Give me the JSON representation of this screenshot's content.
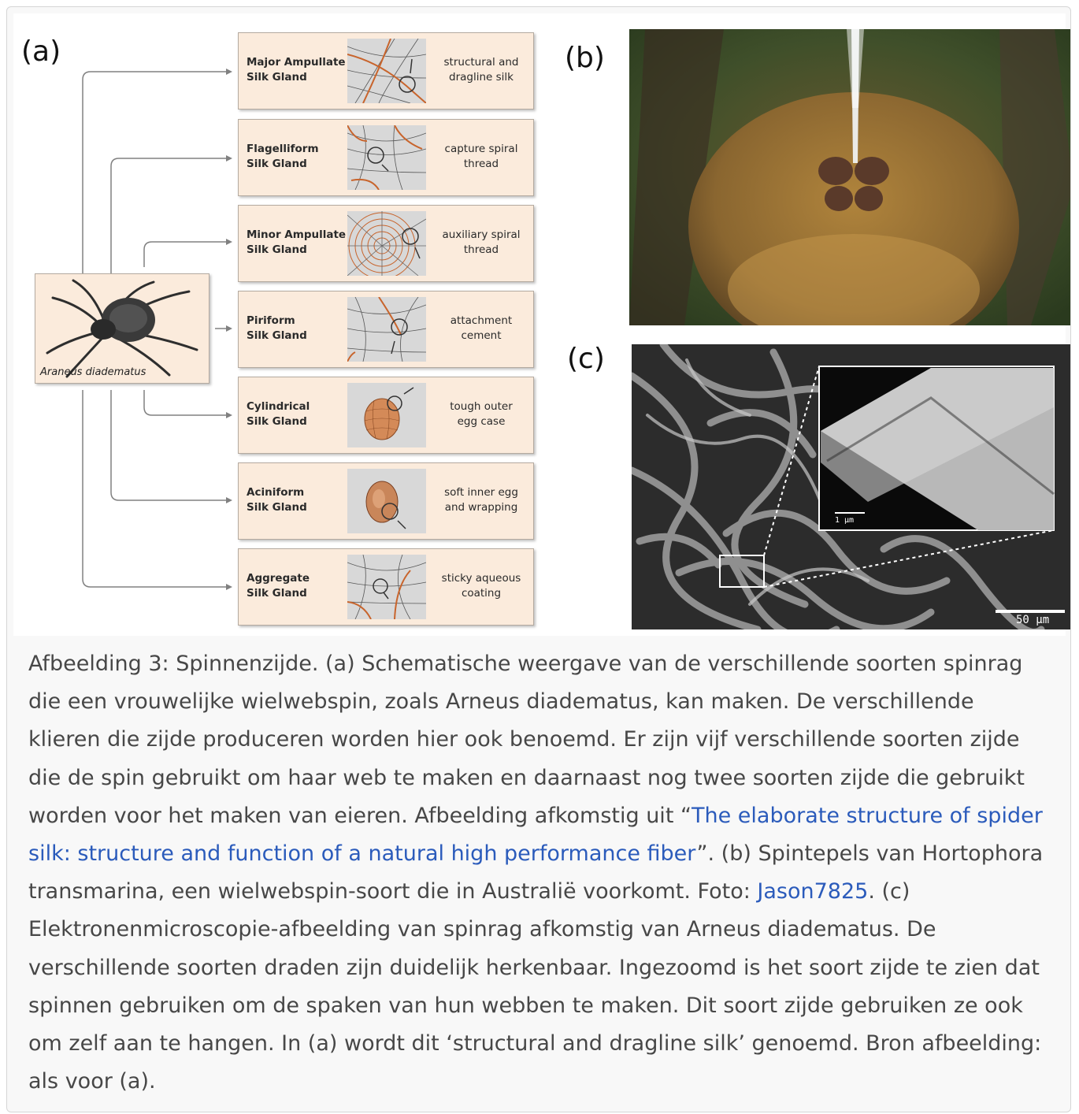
{
  "figure": {
    "panel_labels": {
      "a": "(a)",
      "b": "(b)",
      "c": "(c)"
    },
    "spider_species": "Araneus diadematus",
    "glands": [
      {
        "name_line1": "Major Ampullate",
        "name_line2": "Silk Gland",
        "function_line1": "structural and",
        "function_line2": "dragline silk",
        "thumbnail_icon": "web-spoke-icon"
      },
      {
        "name_line1": "Flagelliform",
        "name_line2": "Silk Gland",
        "function_line1": "capture spiral",
        "function_line2": "thread",
        "thumbnail_icon": "web-capture-spiral-icon"
      },
      {
        "name_line1": "Minor Ampullate",
        "name_line2": "Silk Gland",
        "function_line1": "auxiliary spiral",
        "function_line2": "thread",
        "thumbnail_icon": "web-full-icon"
      },
      {
        "name_line1": "Piriform",
        "name_line2": "Silk Gland",
        "function_line1": "attachment",
        "function_line2": "cement",
        "thumbnail_icon": "web-junction-icon"
      },
      {
        "name_line1": "Cylindrical",
        "name_line2": "Silk Gland",
        "function_line1": "tough outer",
        "function_line2": "egg case",
        "thumbnail_icon": "egg-case-icon"
      },
      {
        "name_line1": "Aciniform",
        "name_line2": "Silk Gland",
        "function_line1": "soft inner egg",
        "function_line2": "and wrapping",
        "thumbnail_icon": "egg-wrapping-icon"
      },
      {
        "name_line1": "Aggregate",
        "name_line2": "Silk Gland",
        "function_line1": "sticky aqueous",
        "function_line2": "coating",
        "thumbnail_icon": "web-droplet-icon"
      }
    ],
    "sem_inset_scale": "1 μm",
    "sem_main_scale": "50 μm"
  },
  "caption": {
    "part1": "Afbeelding 3: Spinnenzijde. (a) Schematische weergave van de verschillende soorten spinrag die een vrouwelijke wielwebspin, zoals Arneus diadematus, kan maken. De verschillende klieren die zijde produceren worden hier ook benoemd. Er zijn vijf verschillende soorten zijde die de spin gebruikt om haar web te maken en daarnaast nog twee soorten zijde die gebruikt worden voor het maken van eieren. Afbeelding afkomstig uit “",
    "link1": "The elaborate structure of spider silk: structure and function of a natural high performance fiber",
    "part2": "”. (b) Spintepels van Hortophora transmarina, een wielwebspin-soort die in Australië voorkomt. Foto: ",
    "link2": "Jason7825",
    "part3": ". (c) Elektronenmicroscopie-afbeelding van spinrag afkomstig van Arneus diadematus. De verschillende soorten draden zijn duidelijk herkenbaar. Ingezoomd is het soort zijde te zien dat spinnen gebruiken om de spaken van hun webben te maken. Dit soort zijde gebruiken ze ook om zelf aan te hangen. In (a) wordt dit ‘structural and dragline silk’ genoemd. Bron afbeelding: als voor (a)."
  }
}
